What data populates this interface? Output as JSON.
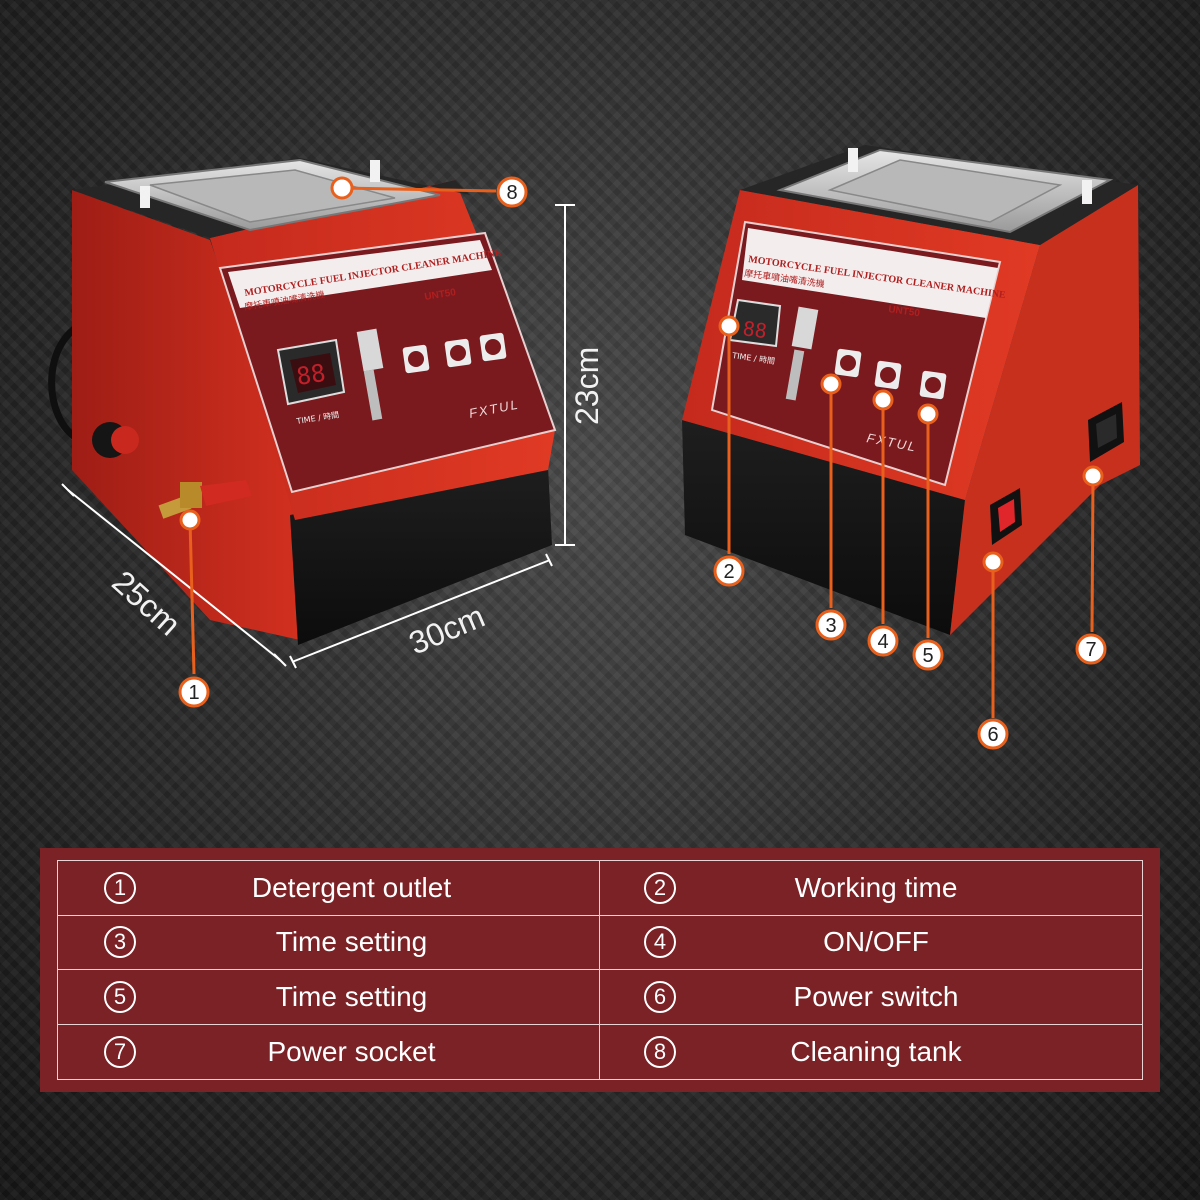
{
  "dimensions": {
    "depth": "25cm",
    "width": "30cm",
    "height": "23cm"
  },
  "machine": {
    "title_en": "MOTORCYCLE FUEL INJECTOR CLEANER MACHINE",
    "title_cn": "摩托車噴油嘴清洗機",
    "model": "UNT50",
    "brand": "FXTUL",
    "display_label": "TIME / 時間"
  },
  "callouts": [
    "1",
    "2",
    "3",
    "4",
    "5",
    "6",
    "7",
    "8"
  ],
  "legend": [
    {
      "num": "①",
      "label": "Detergent outlet"
    },
    {
      "num": "②",
      "label": "Working time"
    },
    {
      "num": "③",
      "label": "Time setting"
    },
    {
      "num": "④",
      "label": "ON/OFF"
    },
    {
      "num": "⑤",
      "label": "Time setting"
    },
    {
      "num": "⑥",
      "label": "Power switch"
    },
    {
      "num": "⑦",
      "label": "Power socket"
    },
    {
      "num": "⑧",
      "label": "Cleaning tank"
    }
  ],
  "colors": {
    "accent": "#e8601c",
    "body_red": "#c8281e",
    "panel_red": "#7a1a1e",
    "legend_bg": "#7a2226"
  }
}
